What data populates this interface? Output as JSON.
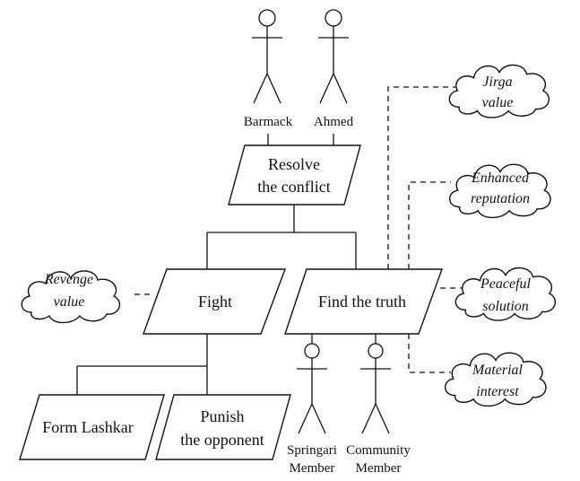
{
  "actors": {
    "barmack": "Barmack",
    "ahmed": "Ahmed",
    "springari": [
      "Springari",
      "Member"
    ],
    "community": [
      "Community",
      "Member"
    ]
  },
  "goals": {
    "resolve": [
      "Resolve",
      "the conflict"
    ],
    "fight": [
      "Fight"
    ],
    "find_truth": [
      "Find the truth"
    ],
    "form_lashkar": [
      "Form Lashkar"
    ],
    "punish": [
      "Punish",
      "the opponent"
    ]
  },
  "softgoals": {
    "jirga": [
      "Jirga",
      "value"
    ],
    "reputation": [
      "Enhanced",
      "reputation"
    ],
    "peaceful": [
      "Peaceful",
      "solution"
    ],
    "material": [
      "Material",
      "interest"
    ],
    "revenge": [
      "Revenge",
      "value"
    ]
  }
}
